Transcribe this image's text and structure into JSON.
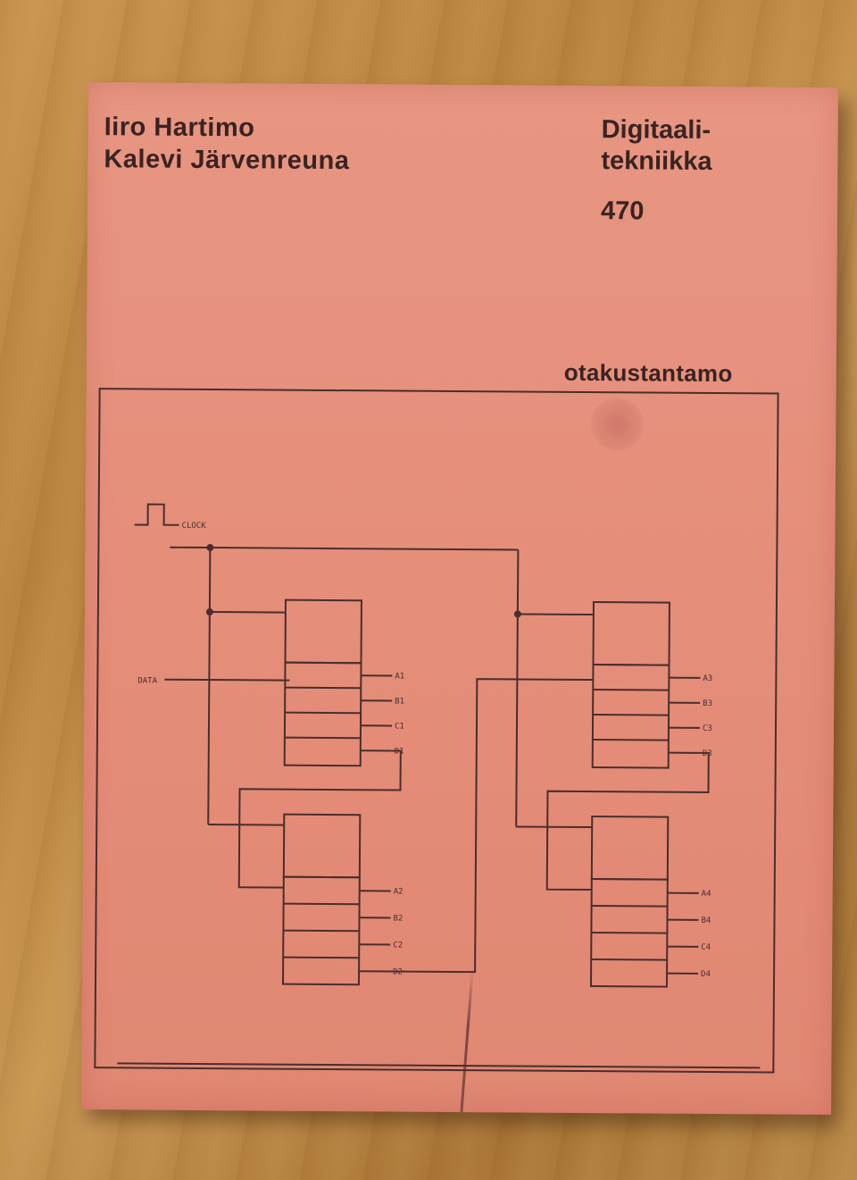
{
  "book": {
    "authors": [
      "Iiro Hartimo",
      "Kalevi Järvenreuna"
    ],
    "title_line1": "Digitaali-",
    "title_line2": "tekniikka",
    "series_number": "470",
    "publisher": "otakustantamo"
  },
  "circuit": {
    "clock_label": "CLOCK",
    "data_label": "DATA",
    "outputs_a": [
      "A1",
      "B1",
      "C1",
      "D1"
    ],
    "outputs_b": [
      "A2",
      "B2",
      "C2",
      "D2"
    ],
    "outputs_c": [
      "A3",
      "B3",
      "C3",
      "D3"
    ],
    "outputs_d": [
      "A4",
      "B4",
      "C4",
      "D4"
    ]
  },
  "colors": {
    "cover": "#e58e7a",
    "ink": "#3a2322",
    "table": "#c08a46"
  }
}
